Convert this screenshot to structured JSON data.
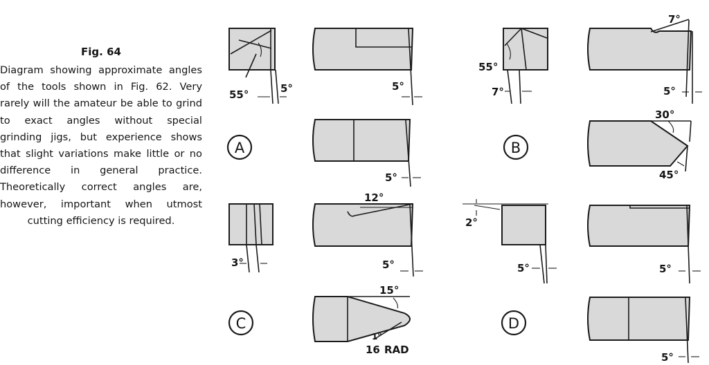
{
  "caption": {
    "title": "Fig. 64",
    "body": "Diagram showing approximate angles of the tools shown in Fig. 62. Very rarely will the amateur be able to grind to exact angles without special grinding jigs, but experience shows that slight variations make little or no difference in general practice. Theoretically correct angles are, however, important when utmost cutting efficiency is required."
  },
  "tools": {
    "A": {
      "letter": "A",
      "end_angle": "55°",
      "side_angle": "5°",
      "clearance_top": "5°",
      "clearance_bottom": "5°"
    },
    "B": {
      "letter": "B",
      "end_angle": "55°",
      "side_angle": "7°",
      "rake": "7°",
      "clearance": "5°",
      "point_top": "30°",
      "point_bottom": "45°"
    },
    "C": {
      "letter": "C",
      "end_angle": "3°",
      "rake": "12°",
      "clearance": "5°",
      "nose_angle": "15°",
      "radius_num": "1\"",
      "radius_den": "16",
      "radius_unit": "RAD"
    },
    "D": {
      "letter": "D",
      "top_angle": "2°",
      "side_angle": "5°",
      "clearance_top": "5°",
      "clearance_bottom": "5°"
    }
  }
}
